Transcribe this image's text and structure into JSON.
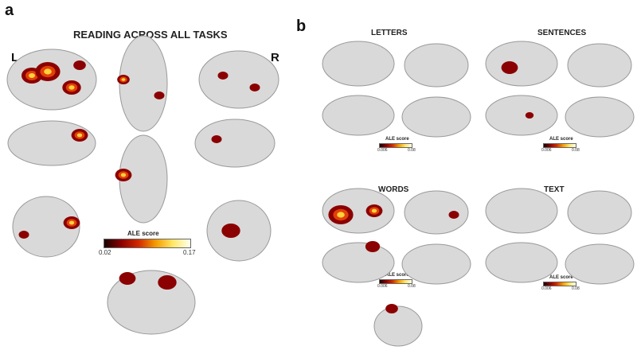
{
  "panel_a": {
    "label": "a",
    "title": "READING ACROSS ALL TASKS",
    "left": "L",
    "right": "R",
    "colorbar": {
      "title": "ALE score",
      "min": "0.02",
      "max": "0.17"
    }
  },
  "panel_b": {
    "label": "b",
    "conditions": [
      {
        "title": "LETTERS",
        "colorbar": {
          "title": "ALE score",
          "min": "0.006",
          "max": "0.08"
        }
      },
      {
        "title": "SENTENCES",
        "colorbar": {
          "title": "ALE score",
          "min": "0.006",
          "max": "0.08"
        }
      },
      {
        "title": "WORDS",
        "colorbar": {
          "title": "ALE score",
          "min": "0.006",
          "max": "0.08"
        }
      },
      {
        "title": "TEXT",
        "colorbar": {
          "title": "ALE score",
          "min": "0.006",
          "max": "0.08"
        }
      }
    ]
  },
  "colors": {
    "brain": "#d9d9d9",
    "low": "#8b0000",
    "mid": "#e0400a",
    "high": "#ffd23a"
  }
}
